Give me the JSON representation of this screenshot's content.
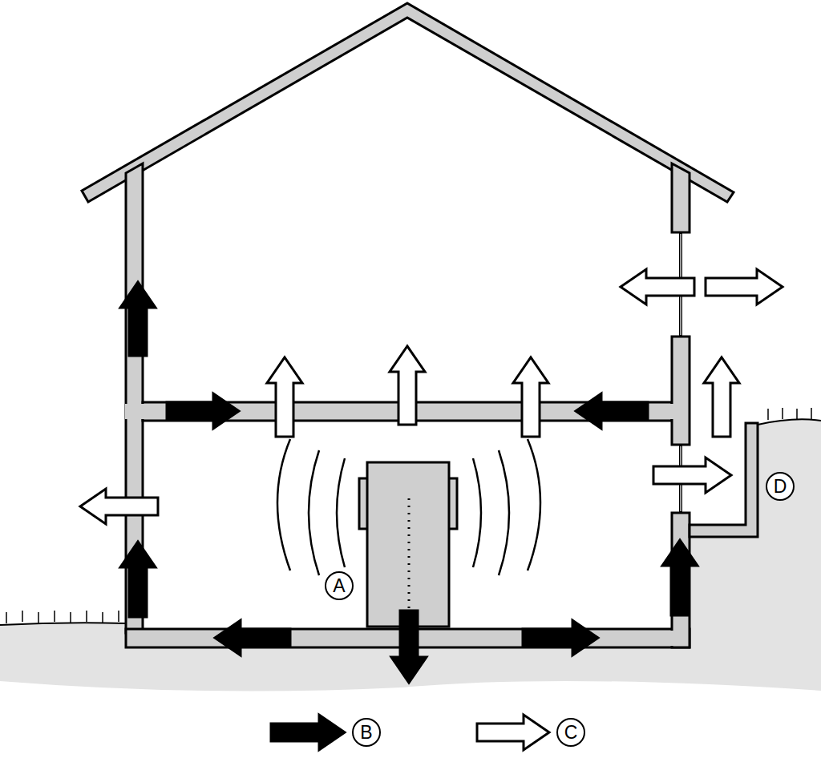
{
  "diagram": {
    "labels": [
      "A",
      "D"
    ],
    "legend": [
      {
        "text": "B"
      },
      {
        "text": "C"
      }
    ]
  }
}
